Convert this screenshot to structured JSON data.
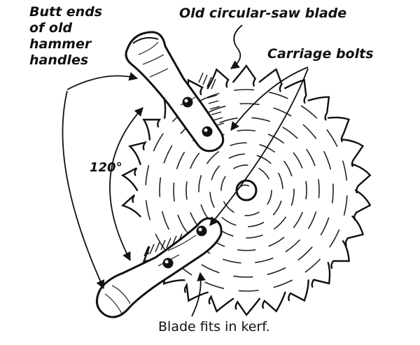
{
  "labels": {
    "butt_ends": [
      "Butt ends",
      "of old",
      "hammer",
      "handles"
    ],
    "saw_blade": "Old circular-saw blade",
    "carriage_bolts": "Carriage bolts",
    "angle": "120°",
    "kerf": "Blade fits in kerf."
  },
  "colors": {
    "ink": "#111111",
    "paper": "#ffffff"
  },
  "icons": [
    "circular-saw-blade",
    "hammer-handle",
    "carriage-bolt",
    "arrow"
  ]
}
